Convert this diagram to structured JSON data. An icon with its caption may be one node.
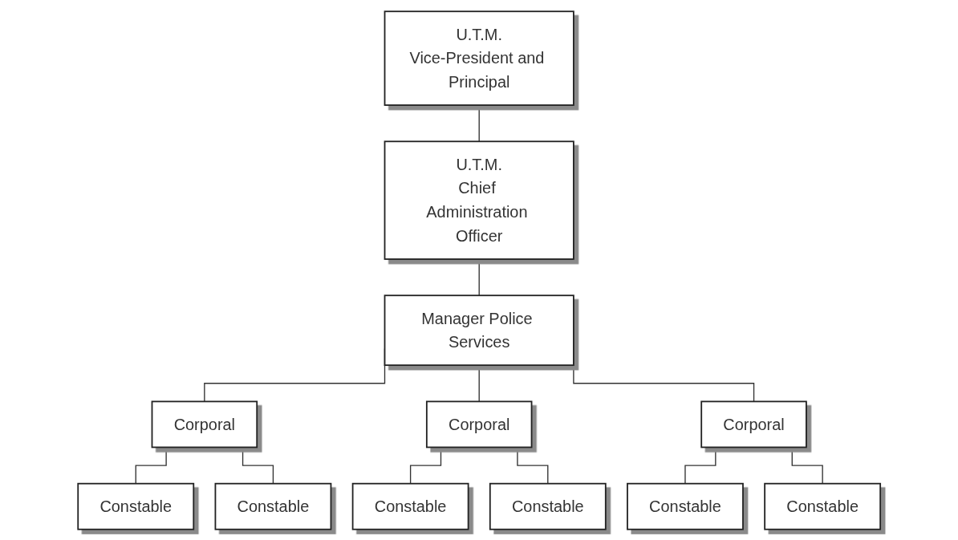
{
  "diagram": {
    "nodes": [
      {
        "text": [
          "U.T.M.",
          "Vice-President and Principal"
        ]
      },
      {
        "text": [
          "U.T.M.",
          "Chief Administration Officer"
        ]
      },
      {
        "text": [
          "Manager Police Services"
        ]
      },
      {
        "text": [
          "Corporal"
        ]
      },
      {
        "text": [
          "Corporal"
        ]
      },
      {
        "text": [
          "Corporal"
        ]
      },
      {
        "text": [
          "Constable"
        ]
      },
      {
        "text": [
          "Constable"
        ]
      },
      {
        "text": [
          "Constable"
        ]
      },
      {
        "text": [
          "Constable"
        ]
      },
      {
        "text": [
          "Constable"
        ]
      },
      {
        "text": [
          "Constable"
        ]
      }
    ],
    "edges": [
      {
        "from": 0,
        "to": 1,
        "arrow": "none"
      },
      {
        "from": 1,
        "to": 2,
        "arrow": "none"
      },
      {
        "from": 2,
        "to": 3,
        "arrow": "none"
      },
      {
        "from": 2,
        "to": 4,
        "arrow": "none"
      },
      {
        "from": 2,
        "to": 5,
        "arrow": "none"
      },
      {
        "from": 3,
        "to": 6,
        "arrow": "none"
      },
      {
        "from": 3,
        "to": 7,
        "arrow": "none"
      },
      {
        "from": 4,
        "to": 8,
        "arrow": "none"
      },
      {
        "from": 4,
        "to": 9,
        "arrow": "none"
      },
      {
        "from": 5,
        "to": 10,
        "arrow": "none"
      },
      {
        "from": 5,
        "to": 11,
        "arrow": "none"
      }
    ]
  }
}
